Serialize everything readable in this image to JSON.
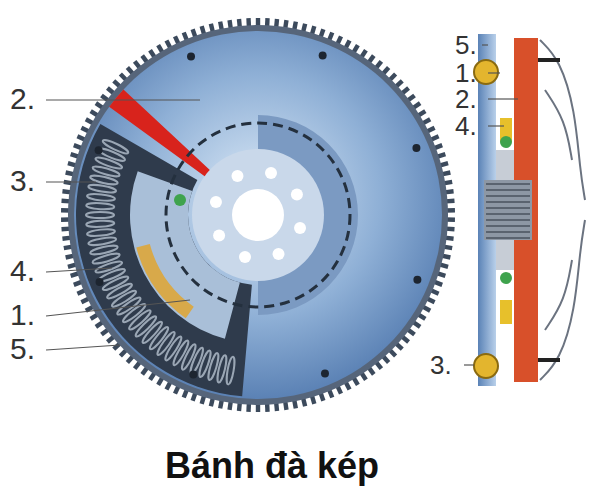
{
  "diagram": {
    "caption": "Bánh đà kép",
    "labels": [
      "2.",
      "3.",
      "4.",
      "1.",
      "5.",
      "5.",
      "1.",
      "2.",
      "4.",
      "3."
    ]
  }
}
